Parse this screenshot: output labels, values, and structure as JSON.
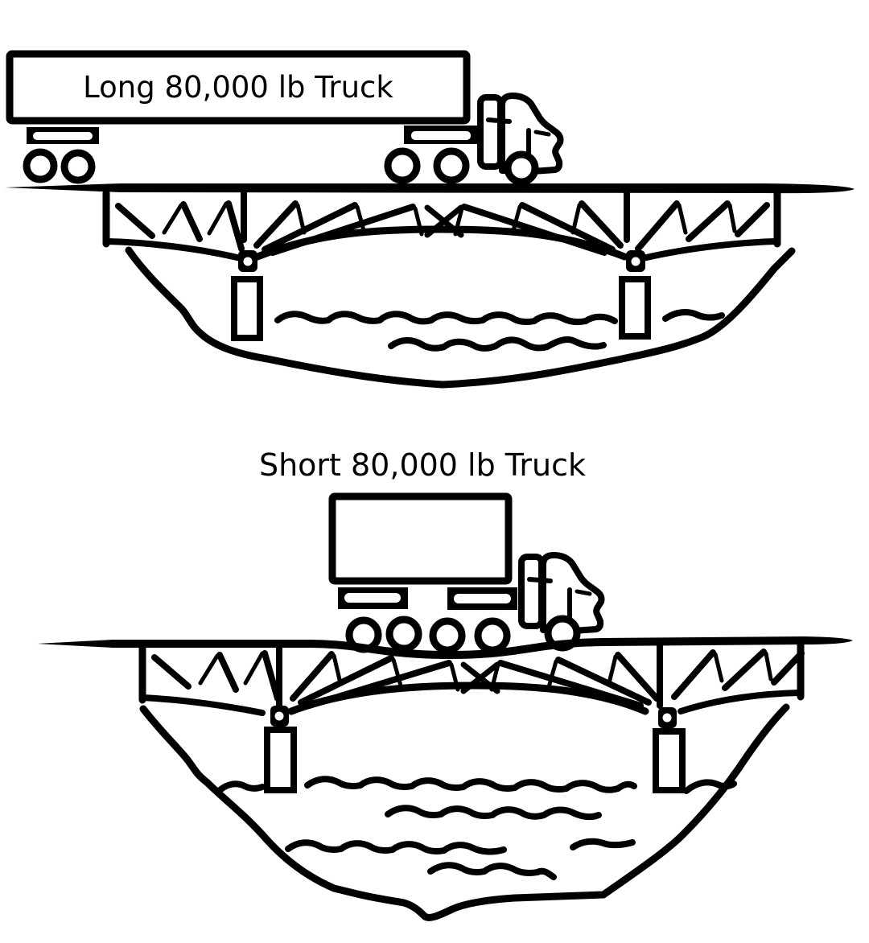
{
  "colors": {
    "ink": "#000000",
    "background": "#ffffff"
  },
  "panels": [
    {
      "id": "long-truck",
      "label": "Long 80,000 lb Truck",
      "icons": [
        "long-truck-icon",
        "level-truss-bridge-icon",
        "river-icon"
      ]
    },
    {
      "id": "short-truck",
      "label": "Short 80,000 lb Truck",
      "icons": [
        "short-truck-icon",
        "sagging-truss-bridge-icon",
        "river-icon"
      ]
    }
  ]
}
